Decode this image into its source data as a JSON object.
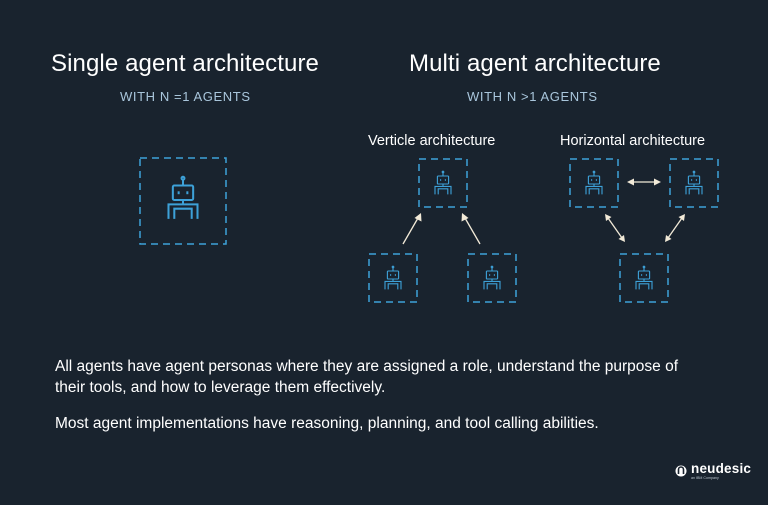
{
  "single": {
    "title": "Single agent architecture",
    "subtitle": "WITH N =1 AGENTS"
  },
  "multi": {
    "title": "Multi agent architecture",
    "subtitle": "WITH N >1 AGENTS",
    "vertical_label": "Verticle architecture",
    "horizontal_label": "Horizontal architecture"
  },
  "body": {
    "paragraph1": "All agents have agent personas where they are assigned a role, understand the purpose of their tools, and how to leverage them effectively.",
    "paragraph2": "Most agent implementations have reasoning, planning, and tool calling abilities."
  },
  "logo": {
    "name": "neudesic",
    "tagline": "an IBM Company"
  },
  "colors": {
    "background": "#19232e",
    "accent": "#3da1d8",
    "arrow": "#f2ead8"
  }
}
